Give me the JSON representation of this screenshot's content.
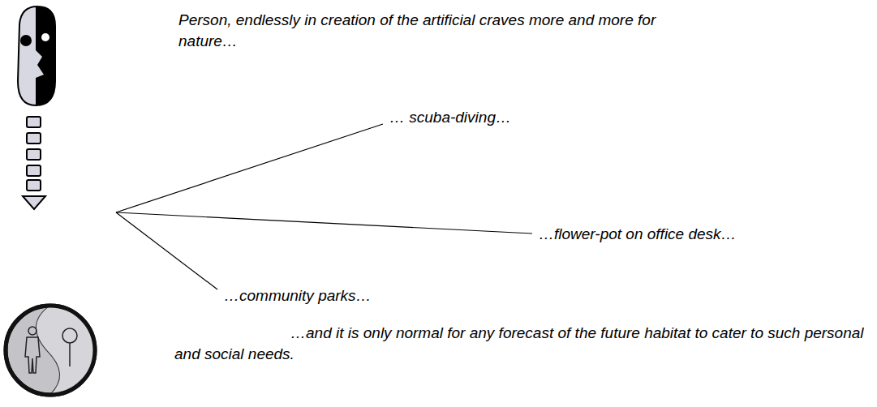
{
  "diagram": {
    "labels": [
      "Person, endlessly in creation of the artificial craves more and more for nature…",
      "… scuba-diving…",
      "…flower-pot on office desk…",
      "…community parks…",
      "…and it is only normal for any forecast of the future habitat to cater to such personal and social needs."
    ]
  }
}
